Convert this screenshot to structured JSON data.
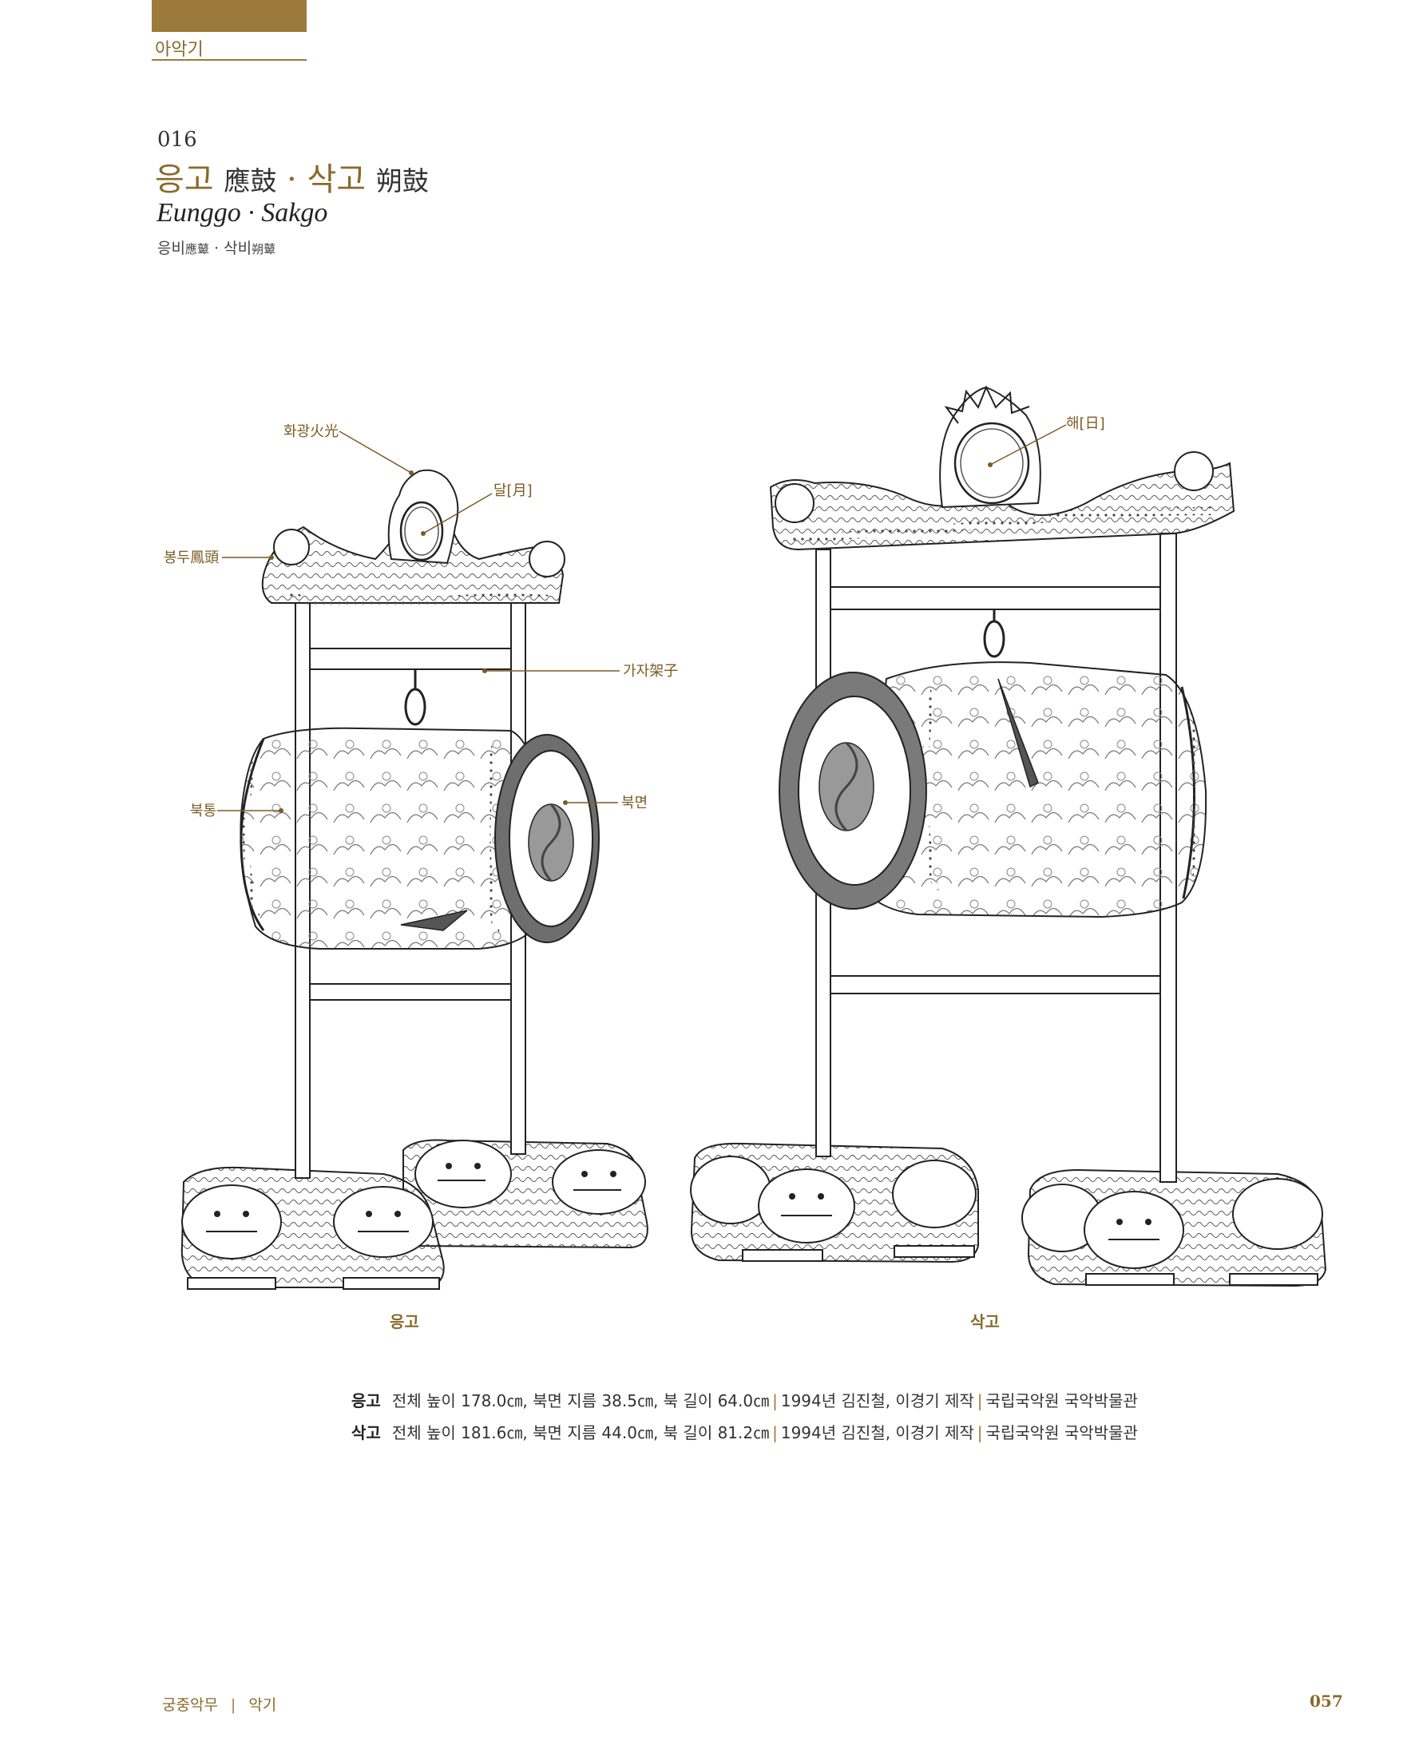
{
  "section": {
    "label": "아악기"
  },
  "entry": {
    "number": "016",
    "title_korean_1": "응고",
    "title_hanja_1": "應鼓",
    "dot": "·",
    "title_korean_2": "삭고",
    "title_hanja_2": "朔鼓",
    "romanization": "Eunggo · Sakgo",
    "subtitle_k1": "응비",
    "subtitle_h1": "應鼙",
    "subtitle_sep": " · ",
    "subtitle_k2": "삭비",
    "subtitle_h2": "朔鼙"
  },
  "figure": {
    "labels": {
      "hwagwang": "화광火光",
      "dal": "달[月]",
      "bongdu": "봉두鳳頭",
      "gaja": "가자架子",
      "buktong": "북통",
      "bukmyeon": "북면",
      "hae": "해[日]"
    },
    "captions": {
      "left": "응고",
      "right": "삭고"
    }
  },
  "specs": [
    {
      "name": "응고",
      "dims": "전체 높이 178.0㎝, 북면 지름 38.5㎝, 북 길이 64.0㎝",
      "maker": "1994년 김진철, 이경기 제작",
      "owner": "국립국악원 국악박물관"
    },
    {
      "name": "삭고",
      "dims": "전체 높이 181.6㎝, 북면 지름 44.0㎝, 북 길이 81.2㎝",
      "maker": "1994년 김진철, 이경기 제작",
      "owner": "국립국악원 국악박물관"
    }
  ],
  "footer": {
    "book": "궁중악무",
    "divider": "|",
    "chapter": "악기",
    "page": "057"
  }
}
